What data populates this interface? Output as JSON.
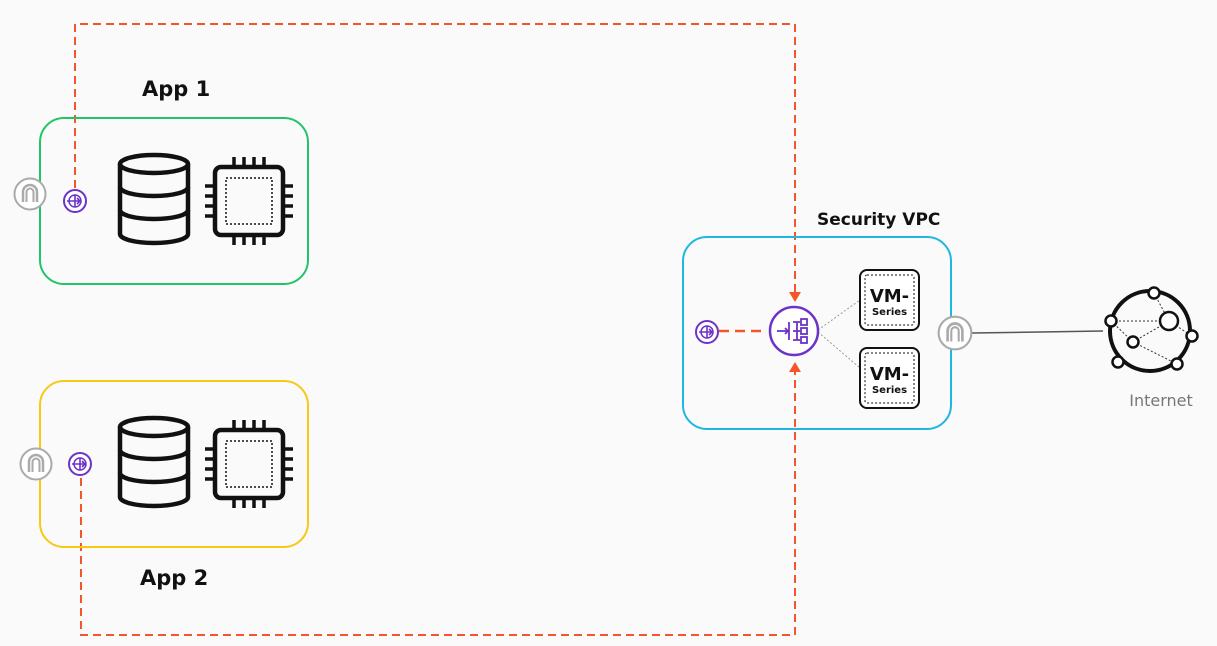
{
  "app1": {
    "label": "App 1",
    "color": "#22c468"
  },
  "app2": {
    "label": "App 2",
    "color": "#f7c815"
  },
  "security_vpc": {
    "label": "Security VPC",
    "color": "#1fb7e0",
    "vm_main": "VM-",
    "vm_sub": "Series"
  },
  "internet": {
    "label": "Internet"
  },
  "colors": {
    "route": "#f4562c",
    "endpoint": "#6b33c7",
    "gateway": "#aaaaaa"
  },
  "icons": {
    "gateway": "internet-gateway-icon",
    "endpoint": "vpc-endpoint-icon",
    "database": "database-icon",
    "chip": "cpu-chip-icon",
    "load_balancer": "gateway-load-balancer-icon",
    "internet": "internet-globe-icon"
  }
}
